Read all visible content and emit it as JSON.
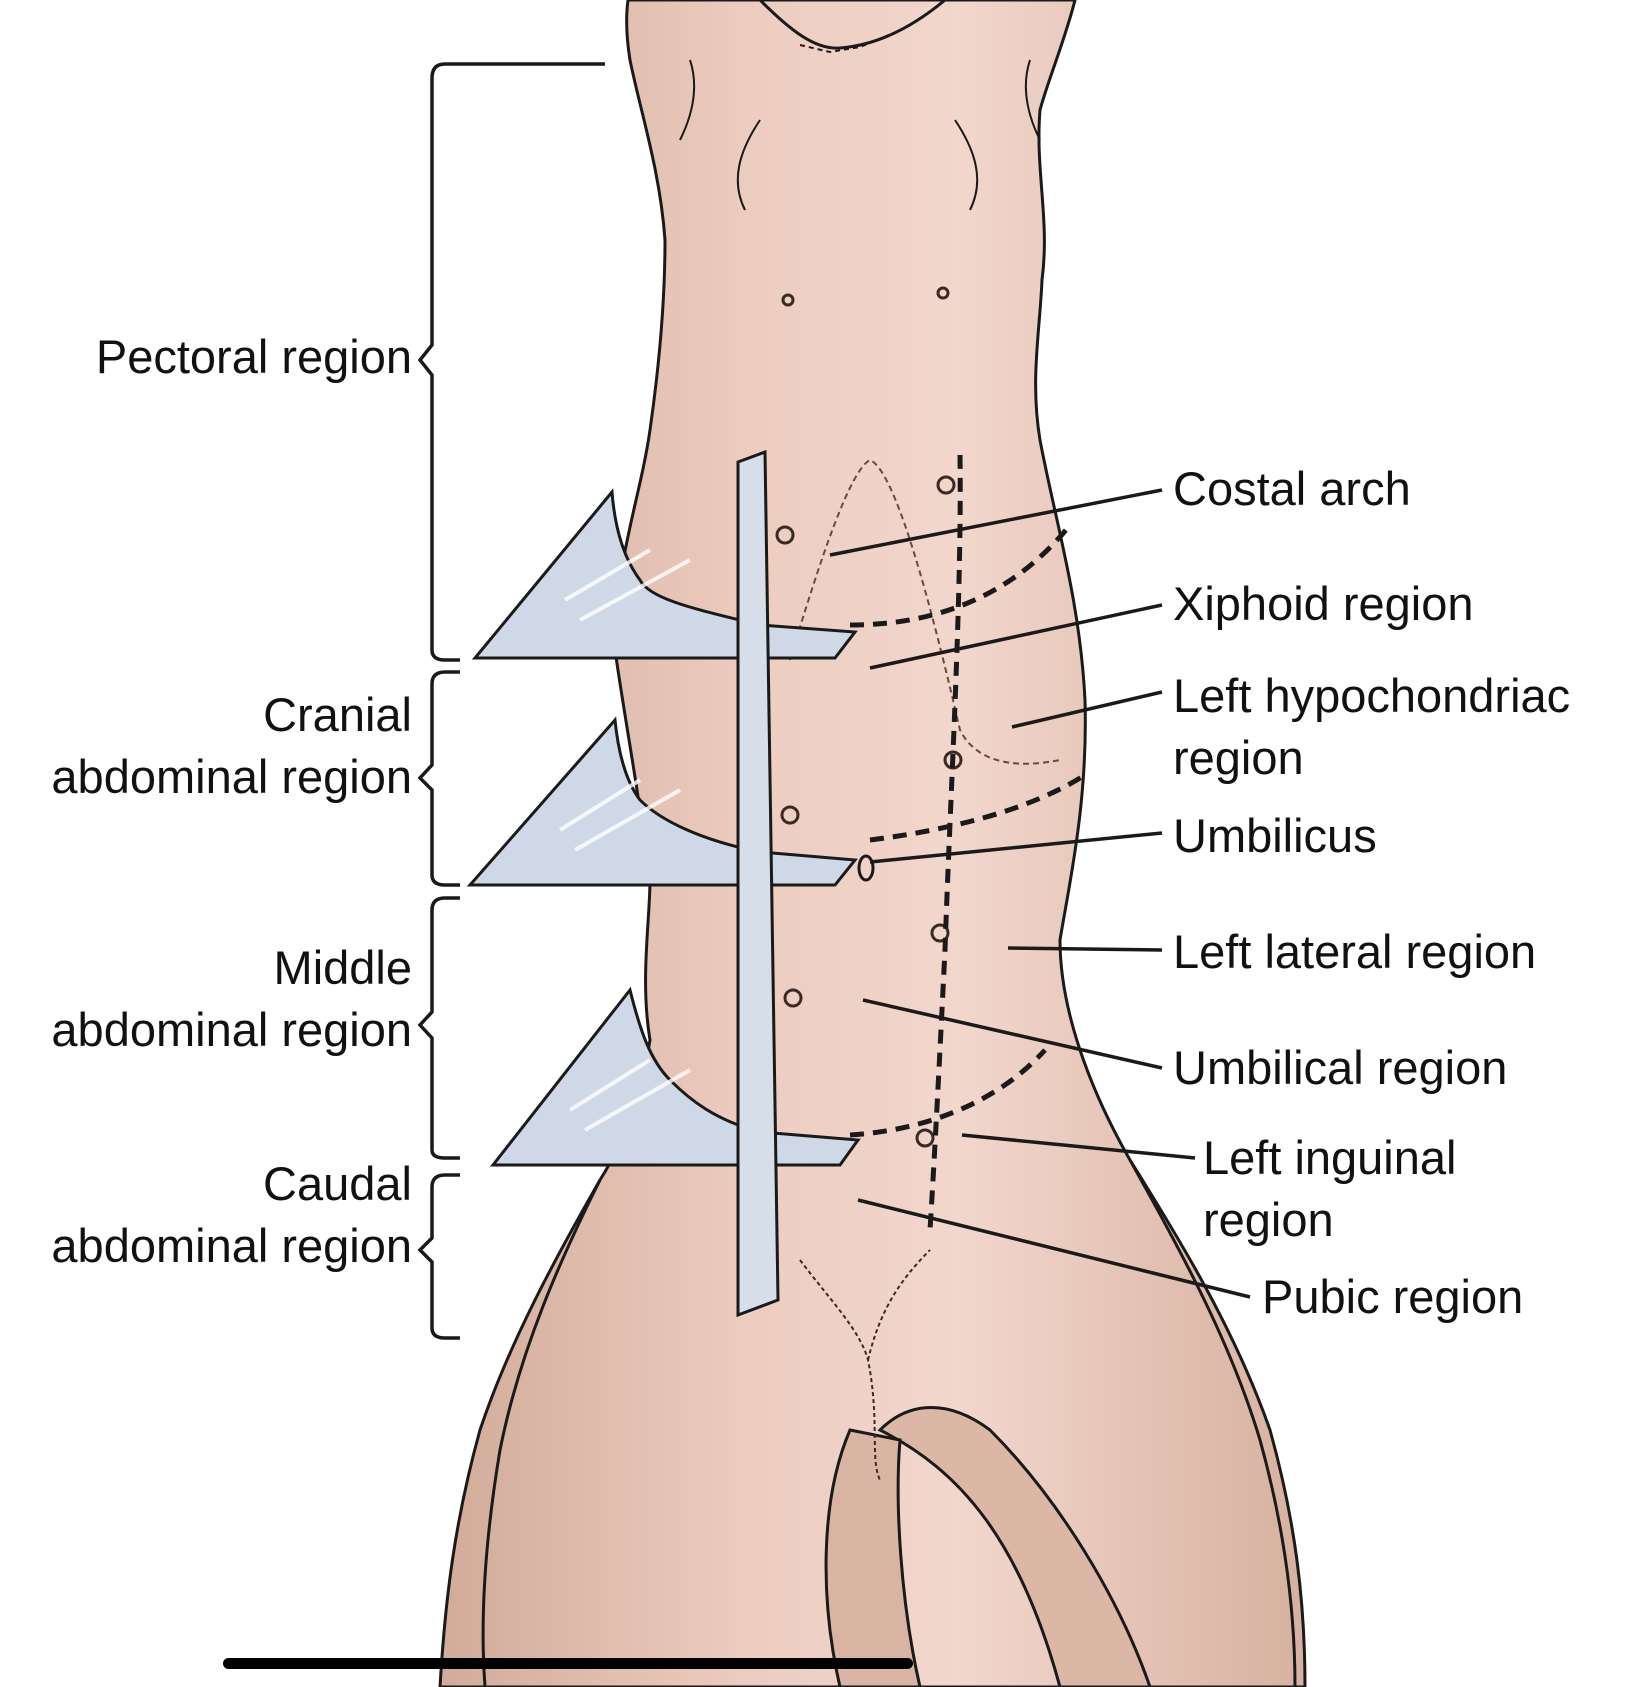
{
  "left_labels": {
    "pectoral": "Pectoral region",
    "cranial": [
      "Cranial",
      "abdominal region"
    ],
    "middle": [
      "Middle",
      "abdominal region"
    ],
    "caudal": [
      "Caudal",
      "abdominal region"
    ]
  },
  "right_labels": {
    "costal_arch": "Costal arch",
    "xiphoid": "Xiphoid region",
    "left_hypochondriac": [
      "Left hypochondriac",
      "region"
    ],
    "umbilicus": "Umbilicus",
    "left_lateral": "Left lateral region",
    "umbilical": "Umbilical region",
    "left_inguinal": [
      "Left inguinal",
      "region"
    ],
    "pubic": "Pubic region"
  },
  "colors": {
    "skin": "#e5c4b4",
    "skin_light": "#f1d5cb",
    "skin_shadow": "#caa08e",
    "plane": "#cfd8e6",
    "outline": "#1a1a1a"
  }
}
